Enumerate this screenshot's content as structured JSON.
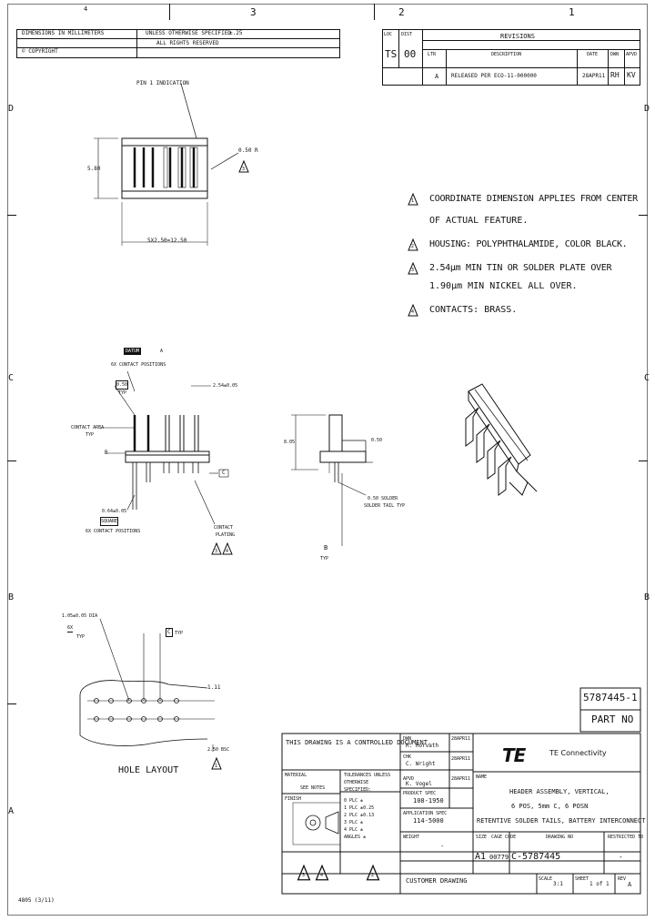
{
  "border": {
    "zones_top": [
      "4",
      "3",
      "2",
      "1"
    ],
    "zones_left": [
      "D",
      "C",
      "B",
      "A"
    ],
    "zones_right": [
      "D",
      "C",
      "B"
    ]
  },
  "header": {
    "row1_left": "DIMENSIONS IN MILLIMETERS",
    "row1_mid": "UNLESS OTHERWISE SPECIFIED",
    "row1_right": "±.25",
    "row2_left": "© COPYRIGHT",
    "row2_mid": "ALL RIGHTS RESERVED",
    "loc": "LOC",
    "dist": "DIST",
    "loc_val": "TS",
    "dist_val": "00"
  },
  "revisions": {
    "title": "REVISIONS",
    "col_ltr": "LTR",
    "col_desc": "DESCRIPTION",
    "col_date": "DATE",
    "col_dwn": "DWN",
    "col_apvd": "APVD",
    "row_ltr": "A",
    "row_desc": "RELEASED PER ECO-11-000000",
    "row_date": "28APR11",
    "row_dwn": "RH",
    "row_apvd": "KV"
  },
  "top_view": {
    "pin1_label": "PIN 1 INDICATION",
    "height_dim": "5.80",
    "width_dim": "5X2.50=12.50",
    "circle_dim": "0.50 R",
    "note_ref": "3"
  },
  "notes": [
    {
      "num": "1",
      "lines": [
        "COORDINATE DIMENSION APPLIES FROM CENTER",
        "OF ACTUAL FEATURE."
      ]
    },
    {
      "num": "2",
      "lines": [
        "HOUSING: POLYPHTHALAMIDE, COLOR BLACK."
      ]
    },
    {
      "num": "3",
      "lines": [
        "2.54μm MIN TIN OR SOLDER PLATE OVER",
        "1.90μm MIN NICKEL ALL OVER."
      ]
    },
    {
      "num": "4",
      "lines": [
        "CONTACTS: BRASS."
      ]
    }
  ],
  "front_view": {
    "tag": "DATUM",
    "tag2": "A",
    "contacts_label": "6X CONTACT POSITIONS",
    "tip_dim": "0.50",
    "tip_label": "TYP",
    "pitch_dim": "2.54±0.05",
    "contact_area_label": "CONTACT AREA",
    "contact_area_typ": "TYP",
    "left_mark": "B",
    "bottom_dim": "0.64±0.05",
    "bottom_sq": "SQUARE",
    "bottom_count": "6X CONTACT POSITIONS",
    "plating_label": "CONTACT",
    "plating_label2": "PLATING",
    "right_mark": "C",
    "note_refs": [
      "3",
      "4"
    ]
  },
  "side_view": {
    "height_dim": "8.05",
    "right_dim": "0.50",
    "solder_label": "0.50 SOLDER",
    "solder_label2": "SOLDER TAIL TYP",
    "datum": "B",
    "datum_typ": "TYP"
  },
  "hole_layout": {
    "hole_dim": "1.05±0.05 DIA",
    "hole_qty": "6X",
    "hole_typ": "TYP",
    "datum": "C",
    "datum_typ": "TYP",
    "right_dim": "1.11",
    "bottom_dim": "2.50 BSC",
    "caption": "HOLE LAYOUT",
    "note_ref": "1"
  },
  "part_box": {
    "number": "5787445-1",
    "label": "PART NO"
  },
  "title_block": {
    "controlled": "THIS DRAWING IS A CONTROLLED DOCUMENT.",
    "dwn_label": "DWN",
    "dwn_name": "R. Horvath",
    "dwn_date": "28APR11",
    "chk_label": "CHK",
    "chk_name": "C. Wright",
    "chk_date": "28APR11",
    "appvd_label": "APVD",
    "appvd_name": "K. Vogel",
    "appvd_date": "28APR11",
    "material_label": "MATERIAL",
    "finish_label": "FINISH",
    "finish_val": "SEE NOTES",
    "tolerance_label": "TOLERANCES UNLESS OTHERWISE SPECIFIED:",
    "tol_lines": [
      "0 PLC ±",
      "1 PLC ±0.25",
      "2 PLC ±0.13",
      "3 PLC ±",
      "4 PLC ±",
      "ANGLES ±"
    ],
    "mfg_label": "PRODUCT SPEC",
    "mfg_val": "108-1950",
    "app_spec_label": "APPLICATION SPEC",
    "app_spec_val": "114-5000",
    "weight_label": "WEIGHT",
    "weight_val": "-",
    "customer_label": "CUSTOMER DRAWING",
    "company": "TE Connectivity",
    "logo": "TE",
    "name_label": "NAME",
    "title_lines": [
      "HEADER ASSEMBLY, VERTICAL,",
      "6 POS, 5mm C, 6 POSN",
      "RETENTIVE SOLDER TAILS, BATTERY INTERCONNECT"
    ],
    "size_label": "SIZE",
    "cage_label": "CAGE CODE",
    "dwg_label": "DRAWING NO",
    "rest_label": "RESTRICTED TO",
    "size_val": "A1",
    "cage_val": "00779",
    "dwg_val": "C-5787445",
    "rest_val": "-",
    "scale_label": "SCALE",
    "scale_val": "3:1",
    "sheet_label": "SHEET",
    "sheet_val": "1 of 1",
    "rev_label": "REV",
    "rev_val": "A",
    "notes_triangles": [
      "3",
      "4",
      "2"
    ]
  },
  "footer": {
    "form": "4805 (3/11)"
  }
}
